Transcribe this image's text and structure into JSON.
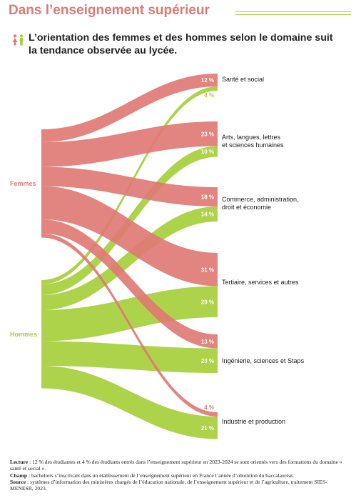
{
  "header": {
    "title": "Dans l’enseignement supérieur"
  },
  "subtitle": "L’orientation des femmes et des hommes selon le domaine suit la tendance observée au lycée.",
  "colors": {
    "femmes": "#e07a74",
    "hommes": "#a6cf3c",
    "title": "#e07a74"
  },
  "icons": {
    "people": "women-men-people-icon"
  },
  "chart_data": {
    "type": "sankey",
    "sources": [
      "Femmes",
      "Hommes"
    ],
    "targets": [
      "Santé et social",
      "Arts, langues, lettres et sciences humaines",
      "Commerce, administration, droit et économie",
      "Tertiaire, services et autres",
      "Ingénierie, sciences et Staps",
      "Industrie et production"
    ],
    "unit": "%",
    "series": [
      {
        "name": "Femmes",
        "values": [
          12,
          23,
          18,
          31,
          13,
          4
        ]
      },
      {
        "name": "Hommes",
        "values": [
          4,
          10,
          14,
          29,
          23,
          21
        ]
      }
    ],
    "value_labels": {
      "Femmes": [
        "12 %",
        "23 %",
        "18 %",
        "31 %",
        "13 %",
        "4 %"
      ],
      "Hommes": [
        "4 %",
        "10 %",
        "14 %",
        "29 %",
        "23 %",
        "21 %"
      ]
    }
  },
  "footer": {
    "lecture_label": "Lecture",
    "lecture_text": " : 12 % des étudiantes et 4 % des étudiants entrés dans l’enseignement supérieur en 2023-2024 se sont orientés vers des formations du domaine « santé et social ».",
    "champ_label": "Champ",
    "champ_text": " : bacheliers s’inscrivant dans un établissement de l’enseignement supérieur en France l’année d’obtention du baccalauréat.",
    "source_label": "Source",
    "source_text": " : systèmes d’information des ministères chargés de l’éducation nationale, de l’enseignement supérieur et de l’agriculture, traitement SIES-MENESR, 2023."
  }
}
